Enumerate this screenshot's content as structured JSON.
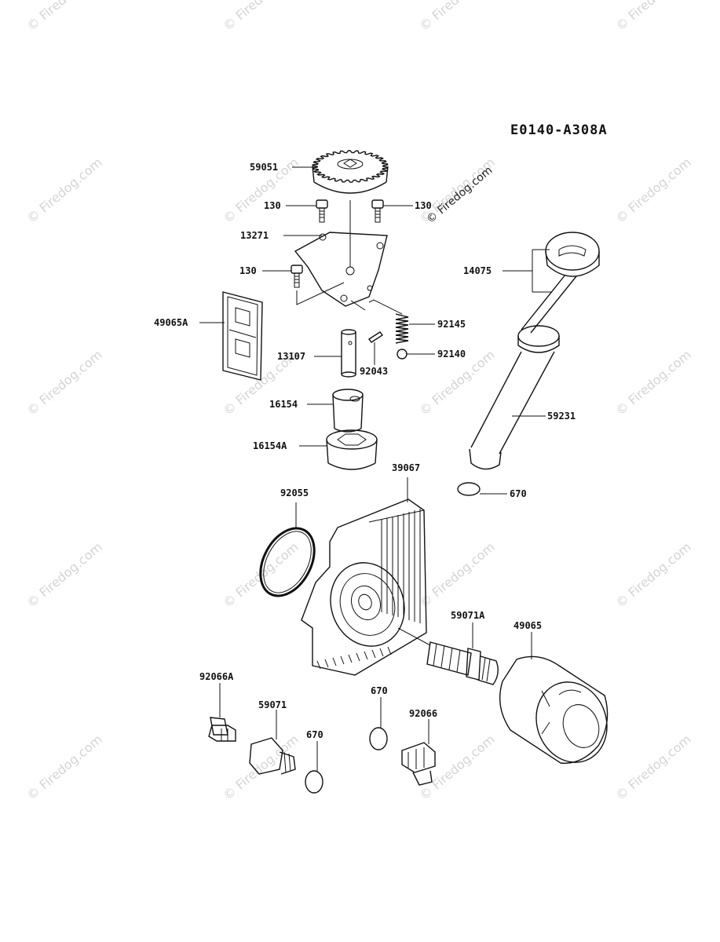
{
  "diagram_code": "E0140-A308A",
  "watermark": {
    "text": "© Firedog.com",
    "overlay_text": "© Firedog.com"
  },
  "labels": {
    "p59051": "59051",
    "p130a": "130",
    "p130b": "130",
    "p13271": "13271",
    "p130c": "130",
    "p49065A": "49065A",
    "p13107": "13107",
    "p92043": "92043",
    "p92145": "92145",
    "p92140": "92140",
    "p16154": "16154",
    "p16154A": "16154A",
    "p14075": "14075",
    "p59231": "59231",
    "p670a": "670",
    "p39067": "39067",
    "p92055": "92055",
    "p59071A": "59071A",
    "p49065": "49065",
    "p92066A": "92066A",
    "p59071": "59071",
    "p670b": "670",
    "p670c": "670",
    "p92066": "92066"
  }
}
